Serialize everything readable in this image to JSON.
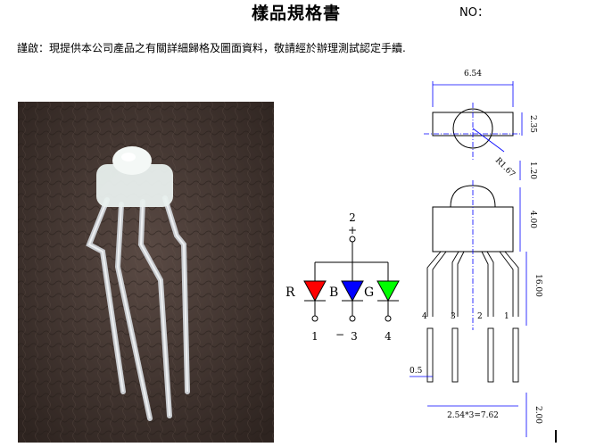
{
  "header": {
    "title": "樣品規格書",
    "no_label": "NO："
  },
  "notice": "謹啟：現提供本公司產品之有關詳細歸格及圖面資料，敬請經於辦理測試認定手續.",
  "schematic": {
    "anode_pin": "2",
    "anode_sign": "+",
    "minus_sign": "−",
    "leds": [
      {
        "label": "R",
        "color": "#ff0000",
        "pin": "1"
      },
      {
        "label": "B",
        "color": "#0000ff",
        "pin": "3"
      },
      {
        "label": "G",
        "color": "#00ff00",
        "pin": "4"
      }
    ]
  },
  "dimensions": {
    "width_top": "6.54",
    "height_top": "2.35",
    "radius": "R1.67",
    "gap": "1.20",
    "body_height": "4.00",
    "lead_length": "16.00",
    "lead_width": "0.5",
    "pitch": "2.54*3=7.62",
    "bottom": "2.00",
    "pin_numbers": [
      "4",
      "3",
      "2",
      "1"
    ]
  }
}
